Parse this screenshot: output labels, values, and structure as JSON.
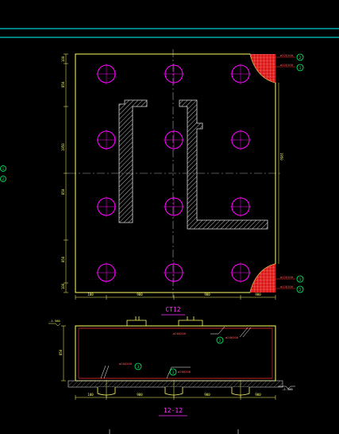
{
  "drawing": {
    "colors": {
      "background": "#000000",
      "outline": "#ffff66",
      "pile": "#ff00ff",
      "axis": "#cccccc",
      "callout": "#ffffff",
      "red_label": "#ff3333",
      "cyan_line": "#00ffff",
      "hatch": "#cccccc",
      "fill_red": "#ff2020",
      "marker": "#00ff66"
    },
    "plan": {
      "title": "CT12",
      "right_dim": "1950",
      "left_dim_mid": "1950",
      "left_dims": [
        "100",
        "850",
        "850",
        "850",
        "850",
        "100"
      ],
      "bottom_dims": [
        "100",
        "900",
        "900",
        "900",
        "100"
      ],
      "callouts_top": [
        {
          "text": "ø12@100",
          "num": "2"
        },
        {
          "text": "ø12@100",
          "num": "1"
        }
      ],
      "callouts_bottom": [
        {
          "text": "ø12@100",
          "num": "1"
        },
        {
          "text": "ø12@100",
          "num": "2"
        }
      ]
    },
    "section": {
      "title": "12-12",
      "top_bar_label": "ø20@200",
      "top_bar_num": "2",
      "right_bar_label": "ø20@200",
      "left_bar_label": "ø20@200",
      "left_bar_num": "3",
      "bottom_bar_label": "ø20@200",
      "bottom_bar_num": "1",
      "level_left": "-1.500",
      "level_right": "-2.500",
      "dim_left": "850",
      "bottom_dims": [
        "100",
        "900",
        "900",
        "900",
        "100"
      ]
    },
    "left_markers": [
      "1",
      "2"
    ],
    "icons": [
      "axis-bubble-icon",
      "rebar-hatch-icon"
    ]
  }
}
